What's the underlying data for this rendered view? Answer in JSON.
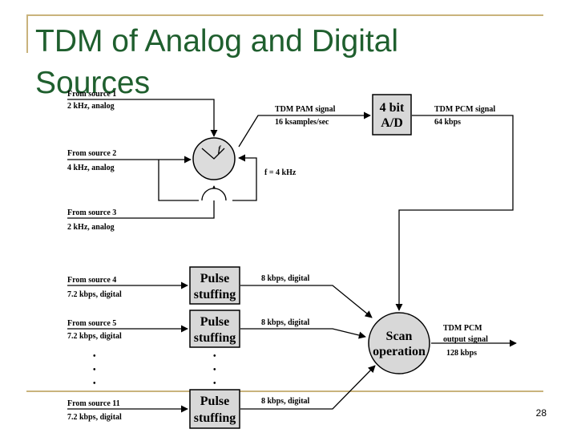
{
  "slide": {
    "title": "TDM of Analog and Digital Sources",
    "page_number": "28"
  },
  "diagram": {
    "sources": [
      {
        "name": "From source 1",
        "desc": "2 kHz, analog"
      },
      {
        "name": "From source 2",
        "desc": "4 kHz, analog"
      },
      {
        "name": "From source 3",
        "desc": "2 kHz, analog"
      },
      {
        "name": "From source 4",
        "desc": "7.2 kbps, digital"
      },
      {
        "name": "From source 5",
        "desc": "7.2 kbps, digital"
      },
      {
        "name": "From source 11",
        "desc": "7.2 kbps, digital"
      }
    ],
    "switch_label": "f",
    "freq_label": "f = 4 kHz",
    "pam_signal": {
      "line1": "TDM PAM signal",
      "line2": "16 ksamples/sec"
    },
    "adc": {
      "line1": "4 bit",
      "line2": "A/D"
    },
    "pcm_signal": {
      "line1": "TDM PCM signal",
      "line2": "64 kbps"
    },
    "pulse_stuffing": {
      "line1": "Pulse",
      "line2": "stuffing"
    },
    "stuffed_rate": "8 kbps, digital",
    "scan": {
      "line1": "Scan",
      "line2": "operation"
    },
    "output": {
      "line1": "TDM PCM",
      "line2": "output signal",
      "line3": "128 kbps"
    },
    "ellipsis": "•"
  }
}
